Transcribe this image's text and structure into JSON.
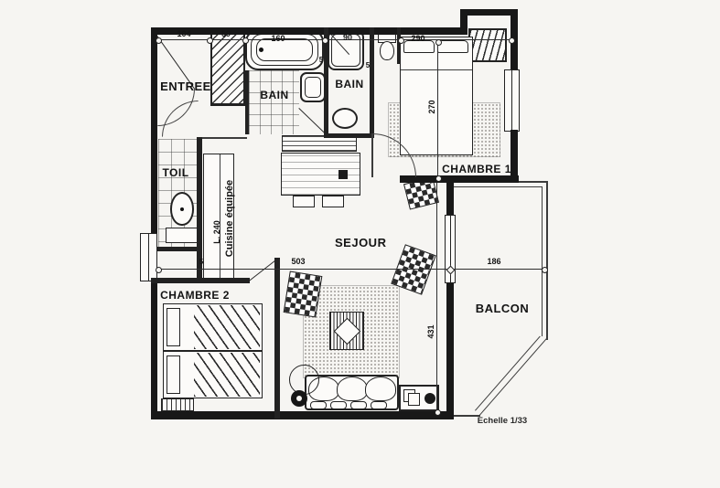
{
  "plan": {
    "rooms": {
      "entree": "ENTREE",
      "bain1": "BAIN",
      "bain2": "BAIN",
      "toil": "TOIL",
      "cuisine": "Cuisine équipée",
      "sejour": "SEJOUR",
      "chambre1": "CHAMBRE 1",
      "chambre2": "CHAMBRE 2",
      "balcon": "BALCON"
    },
    "dimensions": {
      "entree_width": "104",
      "placard_width": "59",
      "baignoire_length": "160",
      "douche_width": "90",
      "chambre1_width": "290",
      "chambre1_depth": "270",
      "cuisine_length": "L. 240",
      "cuisine_tick": "5",
      "tub_tick": "5",
      "douche_tick": "5",
      "sejour_width": "503",
      "sejour_depth": "431",
      "balcon_width": "186"
    },
    "scale_note": "Echelle 1/33",
    "colors": {
      "ink": "#181818",
      "paper": "#f6f5f2"
    }
  }
}
